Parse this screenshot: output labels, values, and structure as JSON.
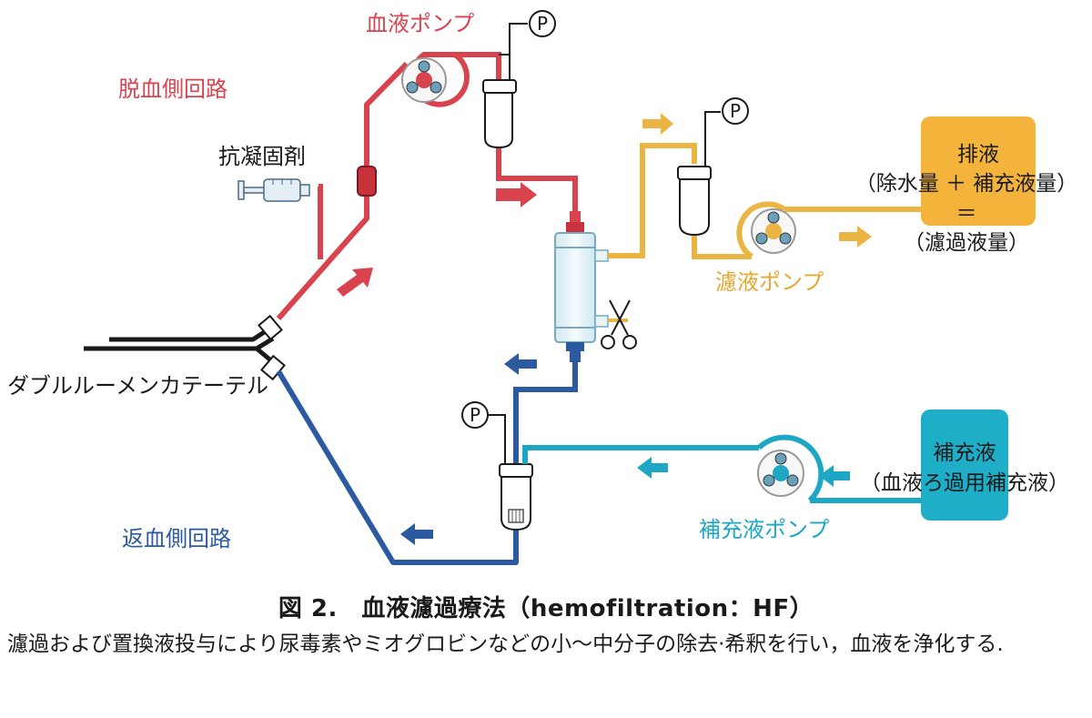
{
  "labels": {
    "blood_pump": "血液ポンプ",
    "arterial_line": "脱血側回路",
    "anticoagulant": "抗凝固剤",
    "catheter": "ダブルルーメンカテーテル",
    "venous_line": "返血側回路",
    "filtrate_pump": "濾液ポンプ",
    "substitution_pump": "補充液ポンプ",
    "pressure": "P"
  },
  "drain_box": {
    "title": "排液",
    "line1": "（除水量 ＋ 補充液量）",
    "line2": "＝",
    "line3": "（濾過液量）"
  },
  "substitution_box": {
    "title": "補充液",
    "subtitle": "（血液ろ過用補充液）"
  },
  "caption": {
    "title": "図 2.　血液濾過療法（hemofiltration：HF）",
    "body": "濾過および置換液投与により尿毒素やミオグロビンなどの小〜中分子の除去·希釈を行い，血液を浄化する."
  },
  "colors": {
    "arterial_red": "#d9434e",
    "venous_blue": "#2c5aa0",
    "substitution_cyan": "#1ea7c4",
    "filtrate_gold": "#eab543"
  }
}
